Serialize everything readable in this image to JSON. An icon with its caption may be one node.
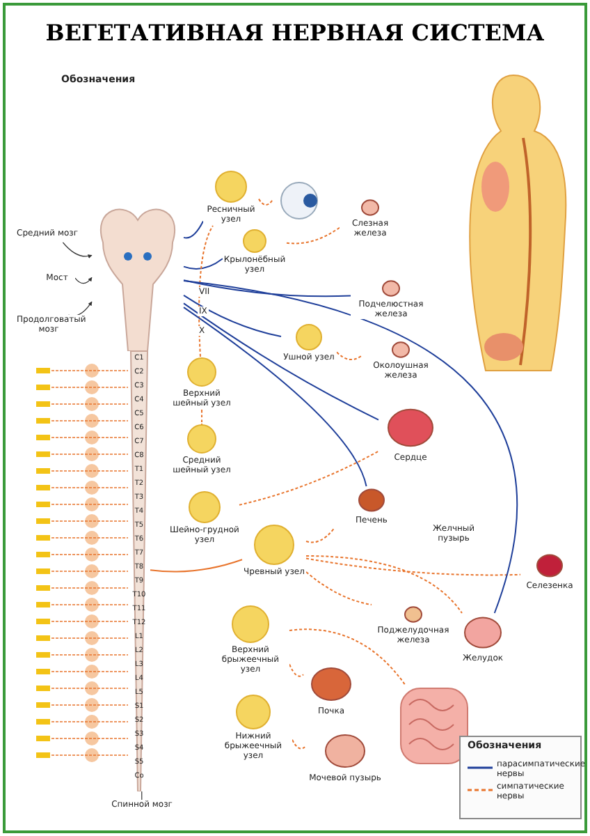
{
  "diagram": {
    "title": "ВЕГЕТАТИВНАЯ НЕРВНАЯ СИСТЕМА",
    "nodes": [
      {
        "text": [],
        "shape": "picture"
      },
      {
        "text": [
          "Средний мозг"
        ]
      },
      {
        "text": [
          "Мост"
        ]
      },
      {
        "text": [
          "Продолговатый мозг"
        ]
      },
      {
        "text": [],
        "shape": "picture"
      },
      {
        "text": [
          "Ресничный узел"
        ]
      },
      {
        "text": [
          "Крылонёбный узел"
        ]
      },
      {
        "text": [
          "Слезная железа"
        ]
      },
      {
        "text": [
          "Подчелюстная железа"
        ]
      },
      {
        "text": [
          "Ушной узел"
        ]
      },
      {
        "text": [
          "Околоушная железа"
        ]
      },
      {
        "text": [
          "Верхний шейный узел"
        ]
      },
      {
        "text": [
          "Средний шейный узел"
        ]
      },
      {
        "text": [
          "Шейно-грудной узел"
        ]
      },
      {
        "text": [
          "Сердце"
        ]
      },
      {
        "text": [
          "Печень"
        ]
      },
      {
        "text": [
          "Желчный пузырь"
        ]
      },
      {
        "text": [
          "Селезенка"
        ]
      },
      {
        "text": [
          "Чревный узел"
        ]
      },
      {
        "text": [
          "Поджелудочная железа"
        ]
      },
      {
        "text": [
          "Почка"
        ]
      },
      {
        "text": [
          "Верхний брыжеечный узел"
        ]
      },
      {
        "text": [
          "Нижний брыжеечный узел"
        ]
      },
      {
        "text": [
          "Желудок"
        ]
      },
      {
        "text": [
          "Мочевой пузырь"
        ]
      },
      {
        "text": [
          "Спинной мозг"
        ]
      },
      {
        "text": [],
        "shape": "picture"
      },
      {
        "text": [],
        "shape": "picture"
      }
    ],
    "edges": [
      {
        "from": 1,
        "to": 0,
        "arrow": "to",
        "color": "#333333"
      },
      {
        "from": 2,
        "to": 0,
        "arrow": "to",
        "color": "#333333"
      },
      {
        "from": 3,
        "to": 0,
        "arrow": "to",
        "color": "#333333"
      },
      {
        "from": 25,
        "to": 26,
        "arrow": "none",
        "color": "#333333"
      },
      {
        "from": 0,
        "to": 5,
        "arrow": "none",
        "color": "#1f3f9a"
      },
      {
        "from": 5,
        "to": 4,
        "arrow": "none",
        "style": "dashed",
        "color": "#e8742c"
      },
      {
        "from": 0,
        "to": 6,
        "arrow": "none",
        "color": "#1f3f9a"
      },
      {
        "from": 6,
        "to": 7,
        "arrow": "none",
        "style": "dashed",
        "color": "#e8742c"
      },
      {
        "from": 0,
        "to": 9,
        "arrow": "none",
        "color": "#1f3f9a"
      },
      {
        "from": 9,
        "to": 10,
        "arrow": "none",
        "style": "dashed",
        "color": "#e8742c"
      },
      {
        "from": 0,
        "to": 8,
        "arrow": "none",
        "color": "#1f3f9a"
      },
      {
        "from": 11,
        "to": 5,
        "arrow": "none",
        "style": "dashed",
        "color": "#e8742c"
      },
      {
        "from": 11,
        "to": 12,
        "arrow": "none",
        "style": "dashed",
        "color": "#e8742c"
      },
      {
        "from": 13,
        "to": 14,
        "arrow": "none",
        "style": "dashed",
        "color": "#e8742c"
      },
      {
        "from": 0,
        "to": 14,
        "arrow": "none",
        "color": "#1f3f9a"
      },
      {
        "from": 0,
        "to": 15,
        "arrow": "none",
        "color": "#1f3f9a"
      },
      {
        "from": 18,
        "to": 15,
        "arrow": "none",
        "style": "dashed",
        "color": "#e8742c"
      },
      {
        "from": 18,
        "to": 17,
        "arrow": "none",
        "style": "dashed",
        "color": "#e8742c"
      },
      {
        "from": 18,
        "to": 19,
        "arrow": "none",
        "style": "dashed",
        "color": "#e8742c"
      },
      {
        "from": 0,
        "to": 23,
        "arrow": "none",
        "color": "#1f3f9a"
      },
      {
        "from": 18,
        "to": 23,
        "arrow": "none",
        "style": "dashed",
        "color": "#e8742c"
      },
      {
        "from": 21,
        "to": 20,
        "arrow": "none",
        "style": "dashed",
        "color": "#e8742c"
      },
      {
        "from": 21,
        "to": 27,
        "arrow": "none",
        "style": "dashed",
        "color": "#e8742c"
      },
      {
        "from": 22,
        "to": 24,
        "arrow": "none",
        "style": "dashed",
        "color": "#e8742c"
      },
      {
        "from": 26,
        "to": 18,
        "arrow": "none",
        "color": "#e8742c"
      }
    ],
    "labels": [
      "Обозначения",
      "VII",
      "IX",
      "X",
      "C1",
      "C2",
      "C3",
      "C4",
      "C5",
      "C6",
      "C7",
      "C8",
      "T1",
      "T2",
      "T3",
      "T4",
      "T5",
      "T6",
      "T7",
      "T8",
      "T9",
      "T10",
      "T11",
      "T12",
      "L1",
      "L2",
      "L3",
      "L4",
      "L5",
      "S1",
      "S2",
      "S3",
      "S4",
      "S5",
      "Co",
      "Обозначения"
    ],
    "legend": [
      {
        "text": "парасимпатические нервы"
      },
      {
        "text": "симпатические нервы"
      }
    ]
  }
}
